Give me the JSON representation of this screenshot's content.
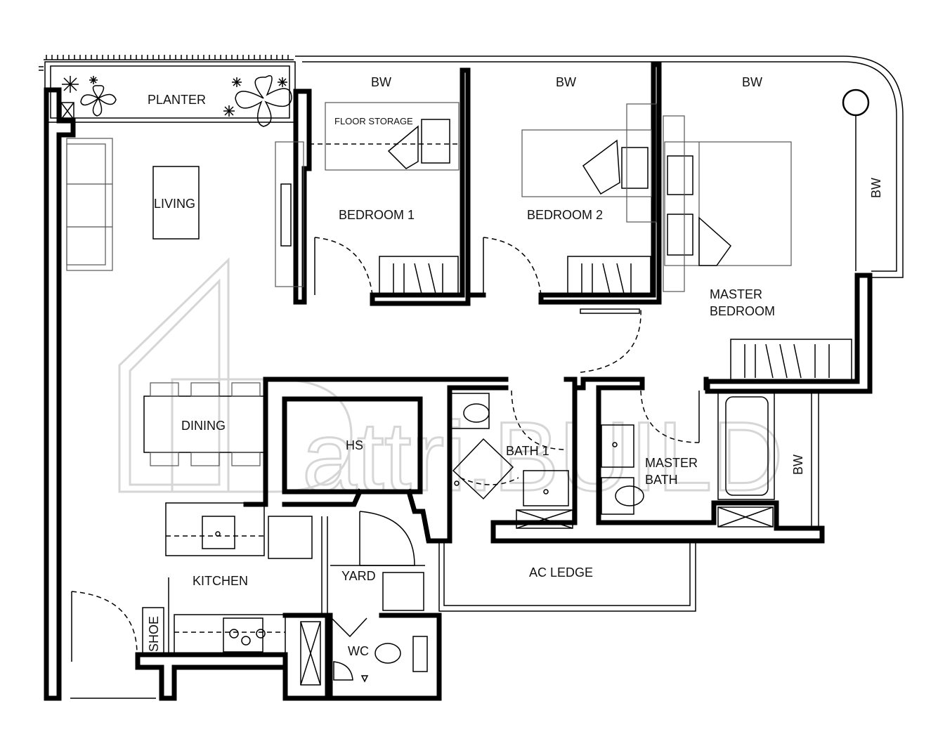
{
  "rooms": {
    "planter": "PLANTER",
    "living": "LIVING",
    "bedroom1": "BEDROOM 1",
    "bedroom2": "BEDROOM 2",
    "master_bedroom_line1": "MASTER",
    "master_bedroom_line2": "BEDROOM",
    "dining": "DINING",
    "hs": "HS",
    "bath1": "BATH 1",
    "master_bath_line1": "MASTER",
    "master_bath_line2": "BATH",
    "kitchen": "KITCHEN",
    "yard": "YARD",
    "ac_ledge": "AC LEDGE",
    "wc": "WC",
    "shoe": "SHOE",
    "floor_storage": "FLOOR STORAGE"
  },
  "bay_windows": {
    "bw1": "BW",
    "bw2": "BW",
    "bw3": "BW",
    "bw_right": "BW",
    "bw_bath": "BW"
  },
  "watermark": "attri.BUILD",
  "colors": {
    "wall": "#000000",
    "watermark": "#d6d6d6",
    "background": "#ffffff"
  }
}
